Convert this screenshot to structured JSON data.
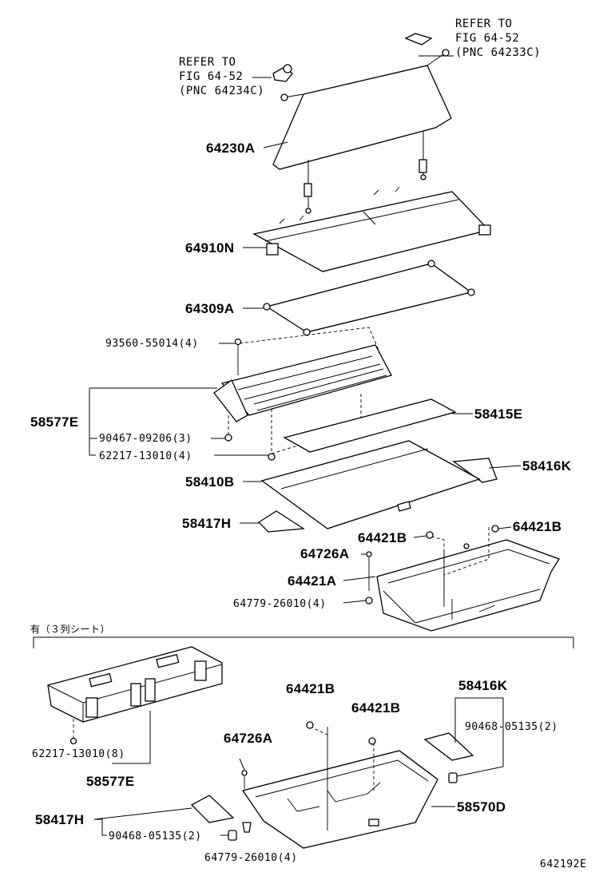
{
  "callouts": {
    "refer_top_right": [
      "REFER TO",
      "FIG 64-52",
      "(PNC 64233C)"
    ],
    "refer_top_left": [
      "REFER TO",
      "FIG 64-52",
      "(PNC 64234C)"
    ],
    "p64230A": "64230A",
    "p64910N": "64910N",
    "p64309A": "64309A",
    "p93560": "93560-55014(4)",
    "p58577E_top": "58577E",
    "p90467": "90467-09206(3)",
    "p62217_top": "62217-13010(4)",
    "p58415E": "58415E",
    "p58416K_top": "58416K",
    "p58410B": "58410B",
    "p58417H_top": "58417H",
    "p64421B_a": "64421B",
    "p64421B_b": "64421B",
    "p64726A_top": "64726A",
    "p64421A": "64421A",
    "p64779_top": "64779-26010(4)"
  },
  "section_note": "有（３列シート）",
  "lower": {
    "p62217": "62217-13010(8)",
    "p58577E": "58577E",
    "p64421B_a": "64421B",
    "p64421B_b": "64421B",
    "p58416K": "58416K",
    "p90468_r": "90468-05135(2)",
    "p64726A": "64726A",
    "p58570D": "58570D",
    "p58417H": "58417H",
    "p90468_l": "90468-05135(2)",
    "p64779": "64779-26010(4)"
  },
  "figure_id": "642192E"
}
